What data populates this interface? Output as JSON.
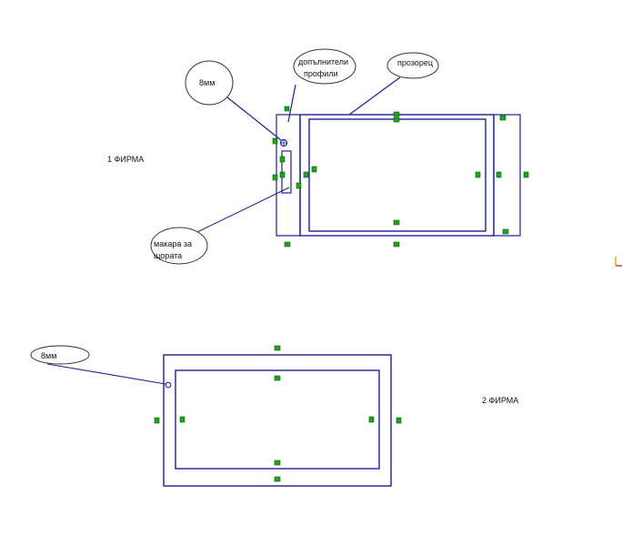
{
  "colors": {
    "line": "#1f1f8f",
    "marker": "#1fa31f",
    "marker_edge": "#0b5a0b",
    "callout_stroke": "#333333",
    "axis_corner_x": "#c0392b",
    "axis_corner_y": "#e8a020"
  },
  "labels": {
    "company_1": "1 ФИРМА",
    "company_2": "2 ФИРМА"
  },
  "callouts_top": {
    "dim_8mm": "8мм",
    "extra_profiles_line1": "допълнители",
    "extra_profiles_line2": "профили",
    "window": "прозорец",
    "pulley_line1": "макара за",
    "pulley_line2": "щората"
  },
  "callouts_bottom": {
    "dim_8mm": "8мм"
  },
  "icons": {
    "axis_corner": "axis-corner-icon"
  }
}
